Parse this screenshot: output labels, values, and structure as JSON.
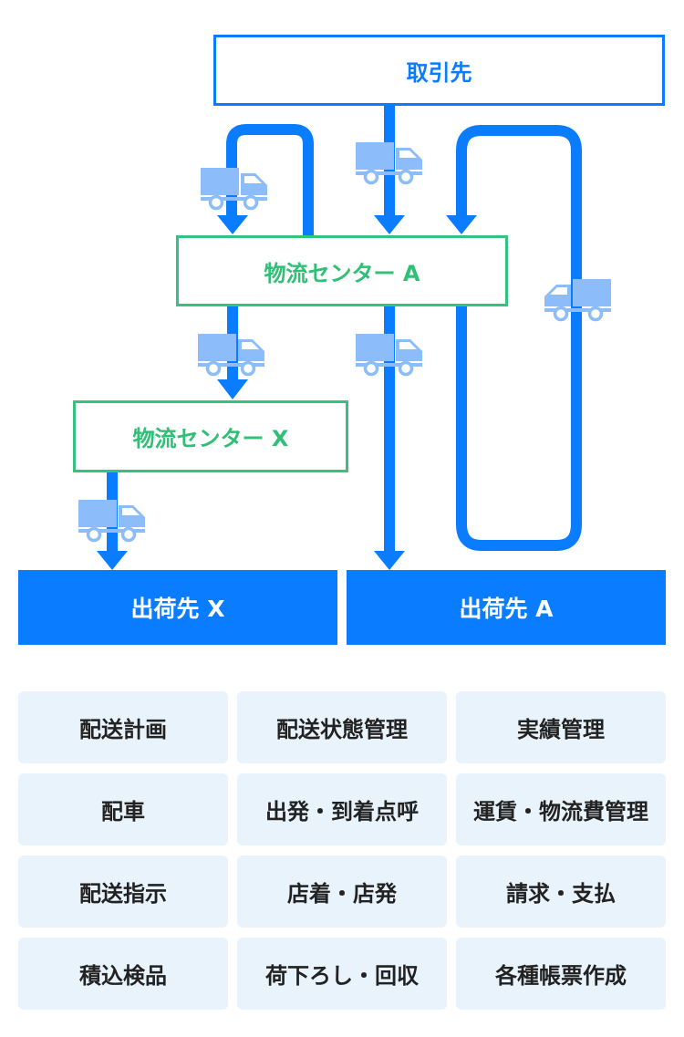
{
  "diagram": {
    "client_label": "取引先",
    "center_a_label": "物流センター A",
    "center_x_label": "物流センター X",
    "dest_x_label": "出荷先 X",
    "dest_a_label": "出荷先 A",
    "truck_icon": "truck-icon",
    "colors": {
      "flow": "#0a7cff",
      "center_border": "#33c27f",
      "center_text": "#2fbf75",
      "truck": "#8cbcf9",
      "feature_bg": "#e8f3fb"
    }
  },
  "features": [
    "配送計画",
    "配送状態管理",
    "実績管理",
    "配車",
    "出発・到着点呼",
    "運賃・物流費管理",
    "配送指示",
    "店着・店発",
    "請求・支払",
    "積込検品",
    "荷下ろし・回収",
    "各種帳票作成"
  ]
}
